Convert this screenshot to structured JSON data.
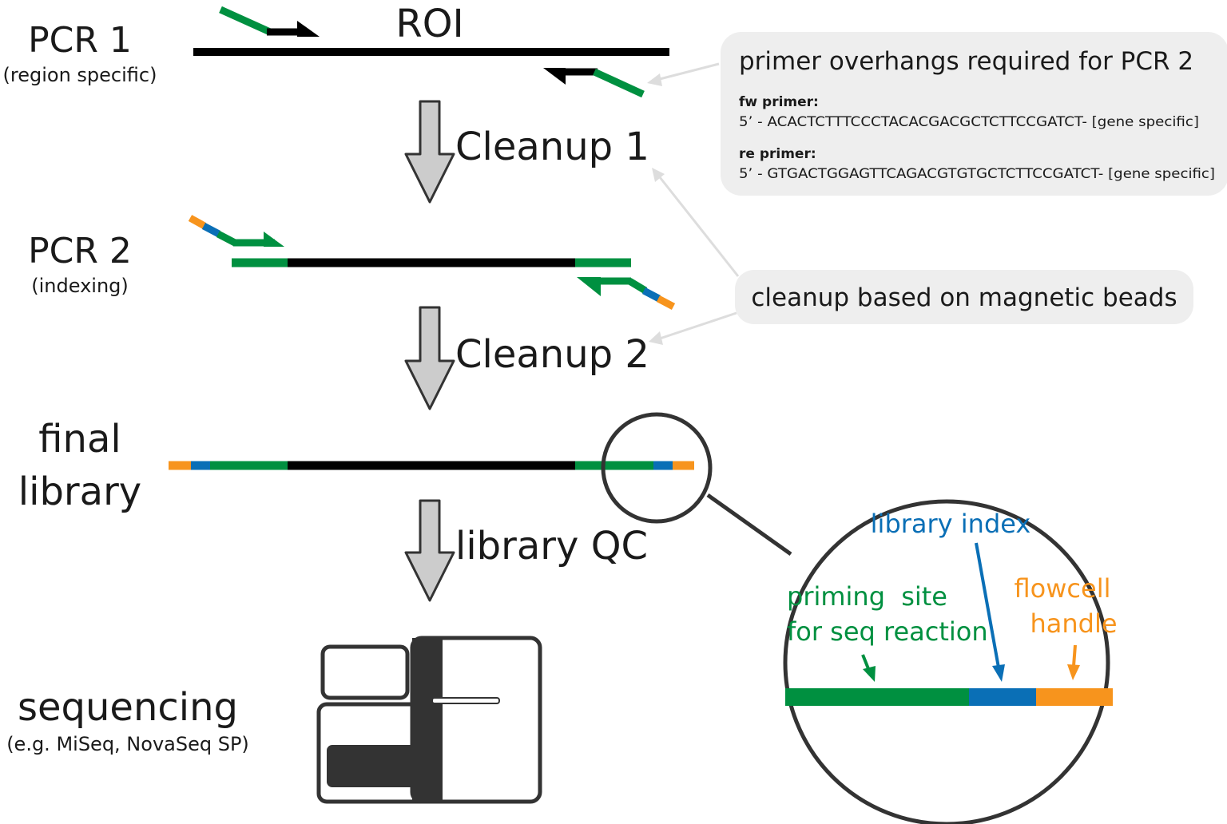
{
  "colors": {
    "strand": "#000000",
    "priming": "#009040",
    "index": "#0a6fb6",
    "flowcell": "#f7941d",
    "process_arrow_fill": "#cccccc",
    "process_arrow_stroke": "#333333",
    "callout_bg": "#eeeeee",
    "pointer": "#dddddd",
    "device": "#333333",
    "magnifier": "#333333"
  },
  "steps": {
    "pcr1": {
      "title": "PCR 1",
      "subtitle": "(region specific)"
    },
    "pcr2": {
      "title": "PCR 2",
      "subtitle": "(indexing)"
    },
    "final": {
      "line1": "final",
      "line2": "library"
    },
    "sequencing": {
      "title": "sequencing",
      "subtitle": "(e.g. MiSeq, NovaSeq SP)"
    }
  },
  "roi_label": "ROI",
  "process_arrows": {
    "cleanup1": "Cleanup 1",
    "cleanup2": "Cleanup 2",
    "library_qc": "library QC"
  },
  "callouts": {
    "overhang": {
      "title": "primer overhangs required for PCR 2",
      "fw_heading": "fw primer:",
      "fw_sequence": "5’ - ACACTCTTTCCCTACACGACGCTCTTCCGATCT- [gene specific]",
      "re_heading": "re primer:",
      "re_sequence": "5’ - GTGACTGGAGTTCAGACGTGTGCTCTTCCGATCT- [gene specific]"
    },
    "beads": {
      "text": "cleanup based on magnetic beads"
    }
  },
  "zoom": {
    "priming_line1": "priming",
    "priming_line2": "site",
    "priming_line3": "for seq reaction",
    "index_label": "library index",
    "flowcell_line1": "flowcell",
    "flowcell_line2": "handle"
  },
  "icons": {
    "primer": "primer-arrow-icon",
    "process": "down-arrow-icon",
    "pointer": "pointer-arrow-icon",
    "sequencer": "sequencer-device-icon",
    "magnifier": "magnifier-icon"
  }
}
